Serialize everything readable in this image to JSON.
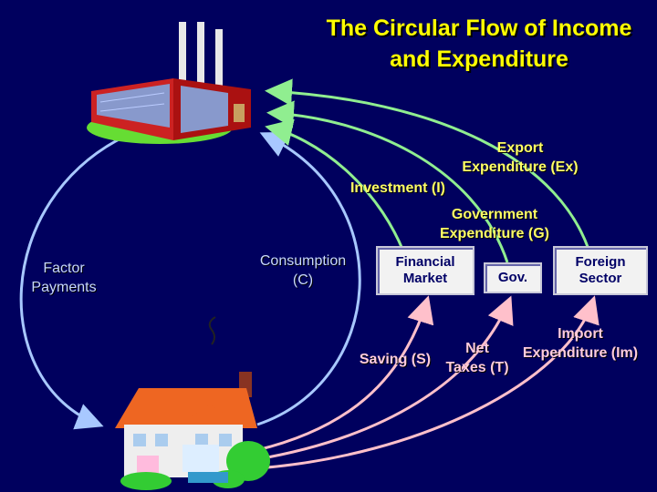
{
  "title": {
    "line1": "The Circular Flow of Income",
    "line2": "and Expenditure"
  },
  "labels": {
    "factor_payments": [
      "Factor",
      "Payments"
    ],
    "consumption": [
      "Consumption",
      "(C)"
    ],
    "investment": "Investment (I)",
    "export": [
      "Export",
      "Expenditure (Ex)"
    ],
    "government": [
      "Government",
      "Expenditure (G)"
    ],
    "saving": "Saving (S)",
    "net_taxes": [
      "Net",
      "Taxes (T)"
    ],
    "import": [
      "Import",
      "Expenditure (Im)"
    ]
  },
  "boxes": {
    "financial": [
      "Financial",
      "Market"
    ],
    "gov": "Gov.",
    "foreign": [
      "Foreign",
      "Sector"
    ]
  },
  "colors": {
    "background": "#00005e",
    "title": "#ffff00",
    "expenditure_arrows": "#90ee90",
    "leakage_arrows": "#ffc0cb",
    "circle": "#a8c8ff"
  },
  "icons": [
    "factory-icon",
    "house-icon"
  ]
}
